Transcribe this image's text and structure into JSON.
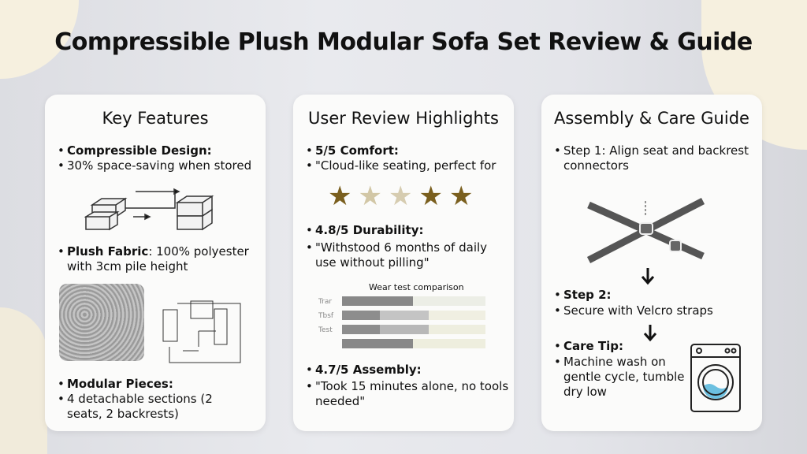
{
  "title": "Compressible Plush Modular Sofa Set Review & Guide",
  "features": {
    "heading": "Key Features",
    "f1_title": "Compressible Design:",
    "f1_text": "30% space-saving when stored",
    "f2_title": "Plush Fabric",
    "f2_text": ": 100% polyester",
    "f2_text2": "with 3cm pile height",
    "f3_title": "Modular Pieces:",
    "f3_text": "4 detachable sections (2",
    "f3_text2": "seats, 2 backrests)"
  },
  "reviews": {
    "heading": "User Review Highlights",
    "r1_title": "5/5 Comfort:",
    "r1_text": "\"Cloud-like seating, perfect for",
    "stars": [
      "#7a5f1e",
      "#d2c7a6",
      "#d6ccb0",
      "#7a5f1e",
      "#7a5f1e"
    ],
    "r2_title": "4.8/5 Durability:",
    "r2_text": "\"Withstood 6 months of daily",
    "r2_text2": "use without pilling\"",
    "chart_title": "Wear test comparison",
    "chart_labels": [
      "Trar",
      "Tbsf",
      "Test"
    ],
    "r3_title": "4.7/5 Assembly:",
    "r3_text": "\"Took 15 minutes alone, no tools",
    "r3_text2": "needed\""
  },
  "guide": {
    "heading": "Assembly & Care Guide",
    "s1_title": "Step 1:",
    "s1_text": " Align seat and backrest",
    "s1_text2": "connectors",
    "s2_title": "Step 2:",
    "s2_text": "Secure with Velcro straps",
    "care_title": "Care Tip:",
    "care_text": "Machine wash on",
    "care_text2": "gentle cycle, tumble",
    "care_text3": "dry low"
  }
}
